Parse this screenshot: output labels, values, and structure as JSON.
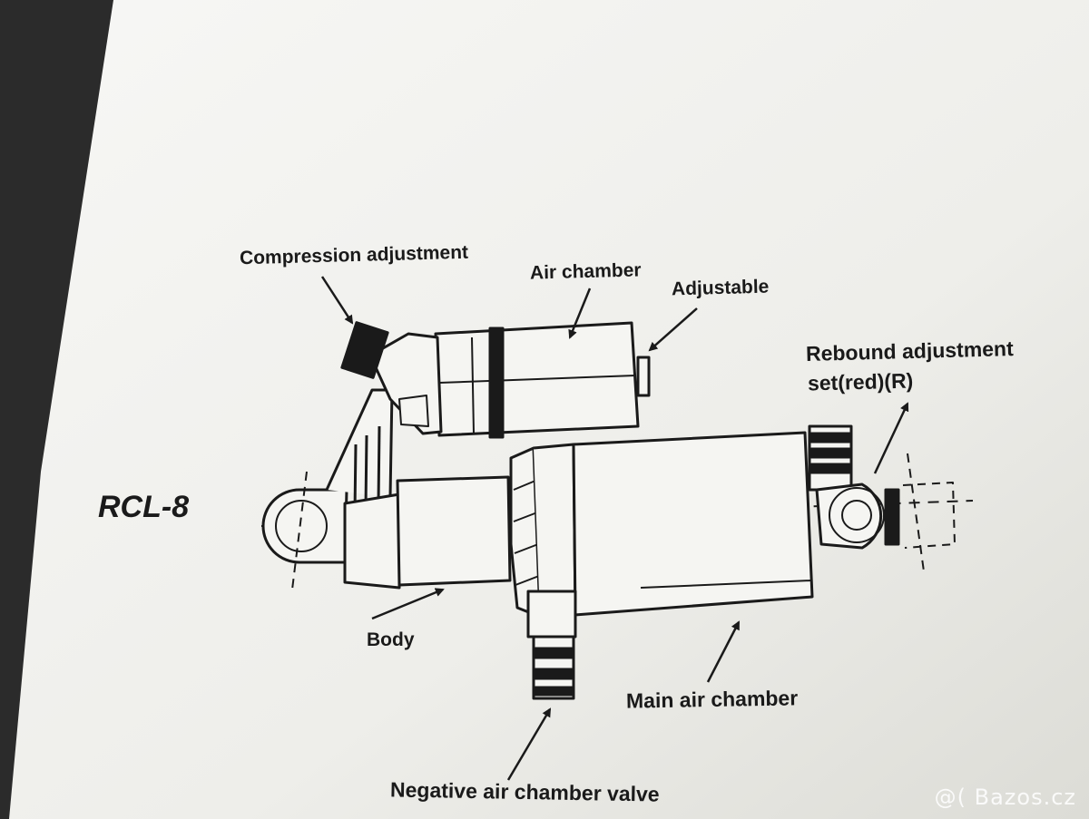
{
  "diagram": {
    "model": "RCL-8",
    "labels": {
      "compression": "Compression adjustment",
      "air_chamber": "Air chamber",
      "adjustable": "Adjustable",
      "rebound_line1": "Rebound adjustment",
      "rebound_line2": "set(red)(R)",
      "body": "Body",
      "main_air_chamber": "Main air chamber",
      "negative_valve": "Negative air chamber valve"
    }
  },
  "watermark": "@( Bazos.cz",
  "colors": {
    "paper": "#f1f1ee",
    "ink": "#1a1a1a",
    "background": "#2b2b2b"
  }
}
